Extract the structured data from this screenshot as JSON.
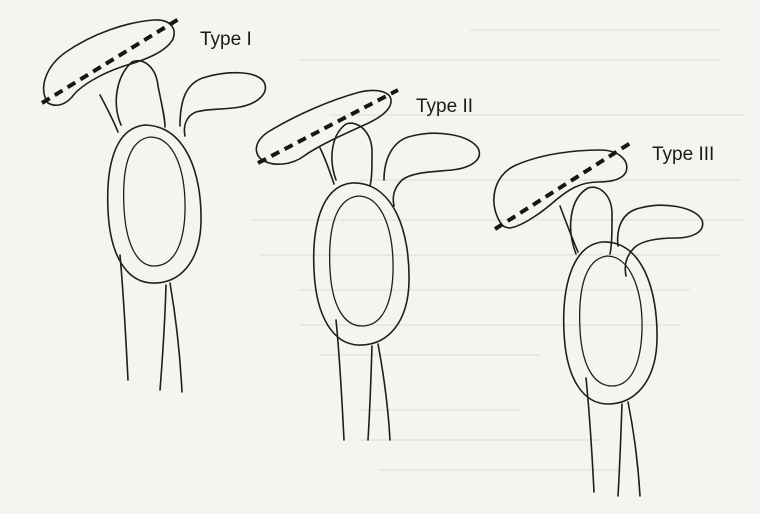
{
  "diagram": {
    "types": [
      {
        "id": "type-1",
        "label": "Type I"
      },
      {
        "id": "type-2",
        "label": "Type II"
      },
      {
        "id": "type-3",
        "label": "Type III"
      }
    ]
  }
}
